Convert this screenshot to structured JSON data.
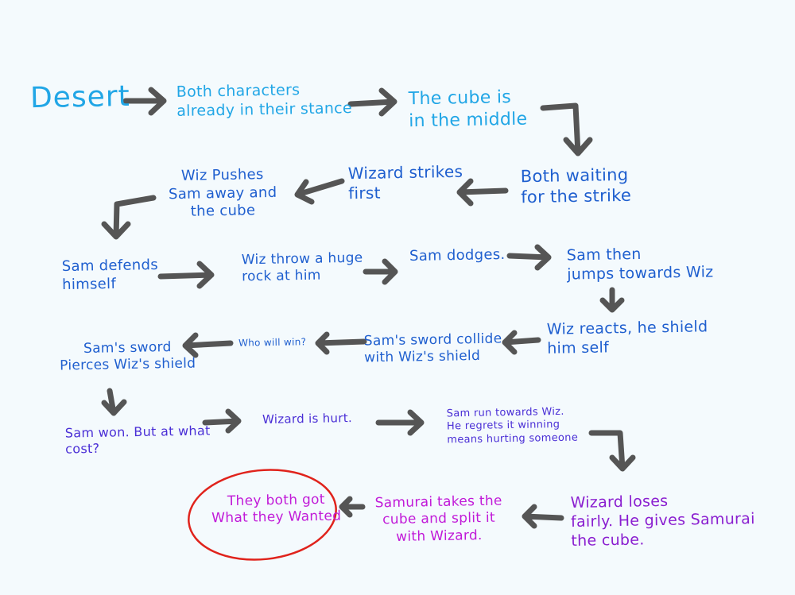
{
  "colors": {
    "cyan": "#21a6e6",
    "blue": "#1f5fcf",
    "indigo": "#4a2fd6",
    "purple": "#8a1ed0",
    "magenta": "#c11ad8",
    "arrow": "#555555",
    "circle": "#e0231c",
    "background": "#f4fafd"
  },
  "nodes": {
    "desert": "Desert",
    "stance": "Both characters\nalready in their stance",
    "cube_middle": "The cube is\nin the middle",
    "waiting": "Both waiting\nfor the strike",
    "wizard_strikes": "Wizard strikes\nfirst",
    "wiz_pushes": "Wiz Pushes\nSam away and\nthe cube",
    "sam_defends": "Sam defends\nhimself",
    "wiz_throw": "Wiz throw a huge\nrock at him",
    "sam_dodges": "Sam dodges.",
    "sam_jumps": "Sam then\njumps towards Wiz",
    "wiz_reacts": "Wiz reacts, he shield\nhim self",
    "sword_collide": "Sam's sword collide\nwith Wiz's shield",
    "who_will_win": "Who will win?",
    "sword_pierces": "Sam's sword\nPierces Wiz's shield",
    "sam_won": "Sam won. But at what\ncost?",
    "wizard_hurt": "Wizard is hurt.",
    "sam_run": "Sam run towards Wiz.\nHe regrets it winning\nmeans hurting someone",
    "wizard_loses": "Wizard loses\nfairly. He gives Samurai\nthe cube.",
    "samurai_takes": "Samurai takes the\ncube and split it\nwith Wizard.",
    "both_got": "They both got\nWhat they Wanted"
  }
}
